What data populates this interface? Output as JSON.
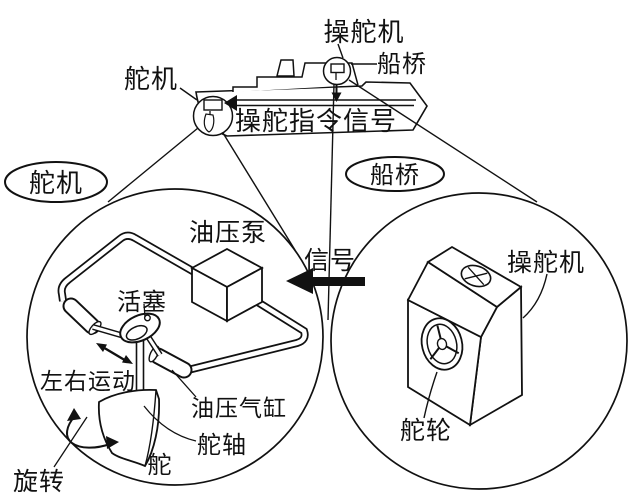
{
  "colors": {
    "background": "#ffffff",
    "ink": "#111111"
  },
  "ship_overview": {
    "steering_stand_label": "操舵机",
    "bridge_label": "船桥",
    "steering_gear_label": "舵机",
    "command_signal_label": "操舵指令信号"
  },
  "bubbles": {
    "left": "舵机",
    "right": "船桥"
  },
  "signal": {
    "label": "信号"
  },
  "steering_gear_detail": {
    "hydraulic_pump": "油压泵",
    "piston": "活塞",
    "lateral_motion": "左右运动",
    "hydraulic_cylinder": "油压气缸",
    "rudder_stock": "舵轴",
    "rudder": "舵",
    "rotation": "旋转"
  },
  "bridge_detail": {
    "steering_stand": "操舵机",
    "steering_wheel": "舵轮"
  }
}
